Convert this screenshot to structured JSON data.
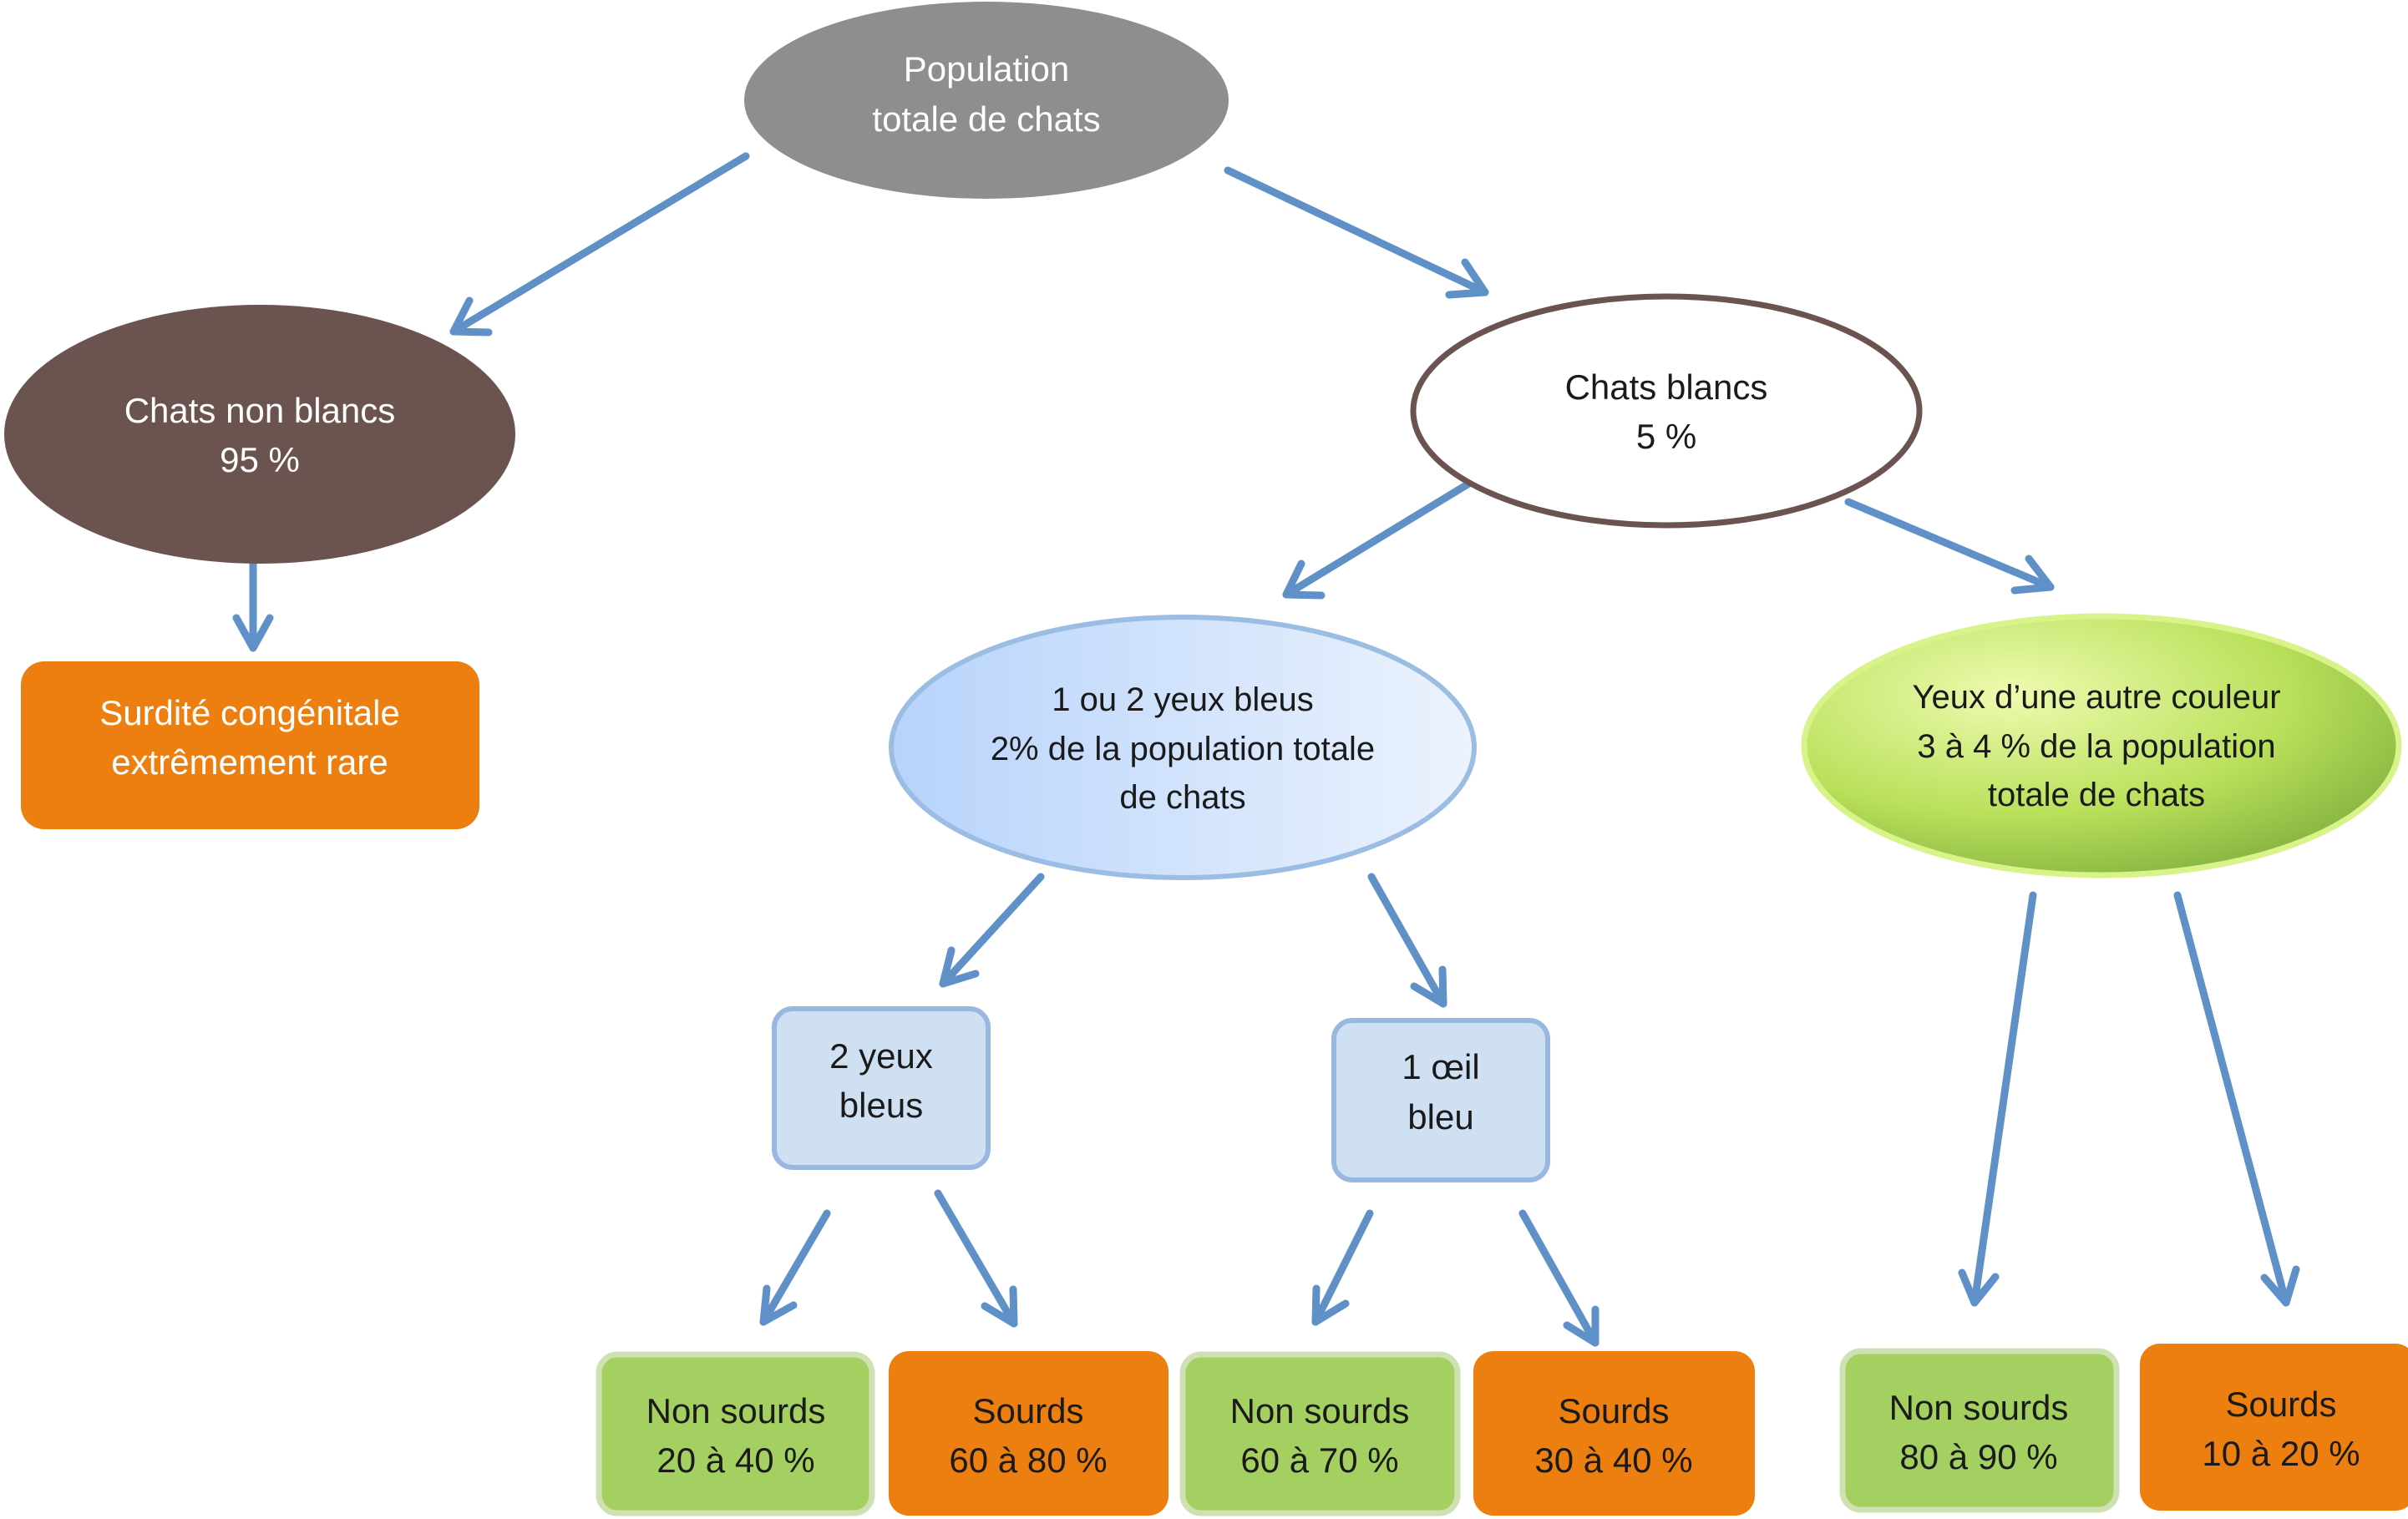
{
  "nodes": {
    "population": {
      "lines": [
        "Population",
        "totale de chats"
      ]
    },
    "non_blancs": {
      "lines": [
        "Chats non blancs",
        "95 %"
      ]
    },
    "surdite": {
      "lines": [
        "Surdité congénitale",
        "extrêmement rare"
      ]
    },
    "blancs": {
      "lines": [
        "Chats blancs",
        "5 %"
      ]
    },
    "yeux_bleus": {
      "lines": [
        "1 ou 2 yeux bleus",
        "2% de la population totale",
        "de chats"
      ]
    },
    "autre_couleur": {
      "lines": [
        "Yeux d’une autre couleur",
        "3 à 4 % de la population",
        "totale de chats"
      ]
    },
    "deux_yeux": {
      "lines": [
        "2 yeux",
        "bleus"
      ]
    },
    "un_oeil": {
      "lines": [
        "1 œil",
        "bleu"
      ]
    },
    "ns_2y": {
      "lines": [
        "Non sourds",
        "20 à 40 %"
      ]
    },
    "s_2y": {
      "lines": [
        "Sourds",
        "60 à 80 %"
      ]
    },
    "ns_1o": {
      "lines": [
        "Non sourds",
        "60 à 70 %"
      ]
    },
    "s_1o": {
      "lines": [
        "Sourds",
        "30 à 40 %"
      ]
    },
    "ns_ac": {
      "lines": [
        "Non sourds",
        "80 à 90 %"
      ]
    },
    "s_ac": {
      "lines": [
        "Sourds",
        "10 à 20 %"
      ]
    }
  },
  "colors": {
    "gray": "#8e8e8e",
    "brown": "#6b5350",
    "orange": "#ec7f0f",
    "arrow": "#5f90c7",
    "light_blue_box": "#d0e0f3",
    "green_box": "#a3d060",
    "green_ellipse": "#a7d249",
    "blue_ellipse": "#c2dafa"
  }
}
